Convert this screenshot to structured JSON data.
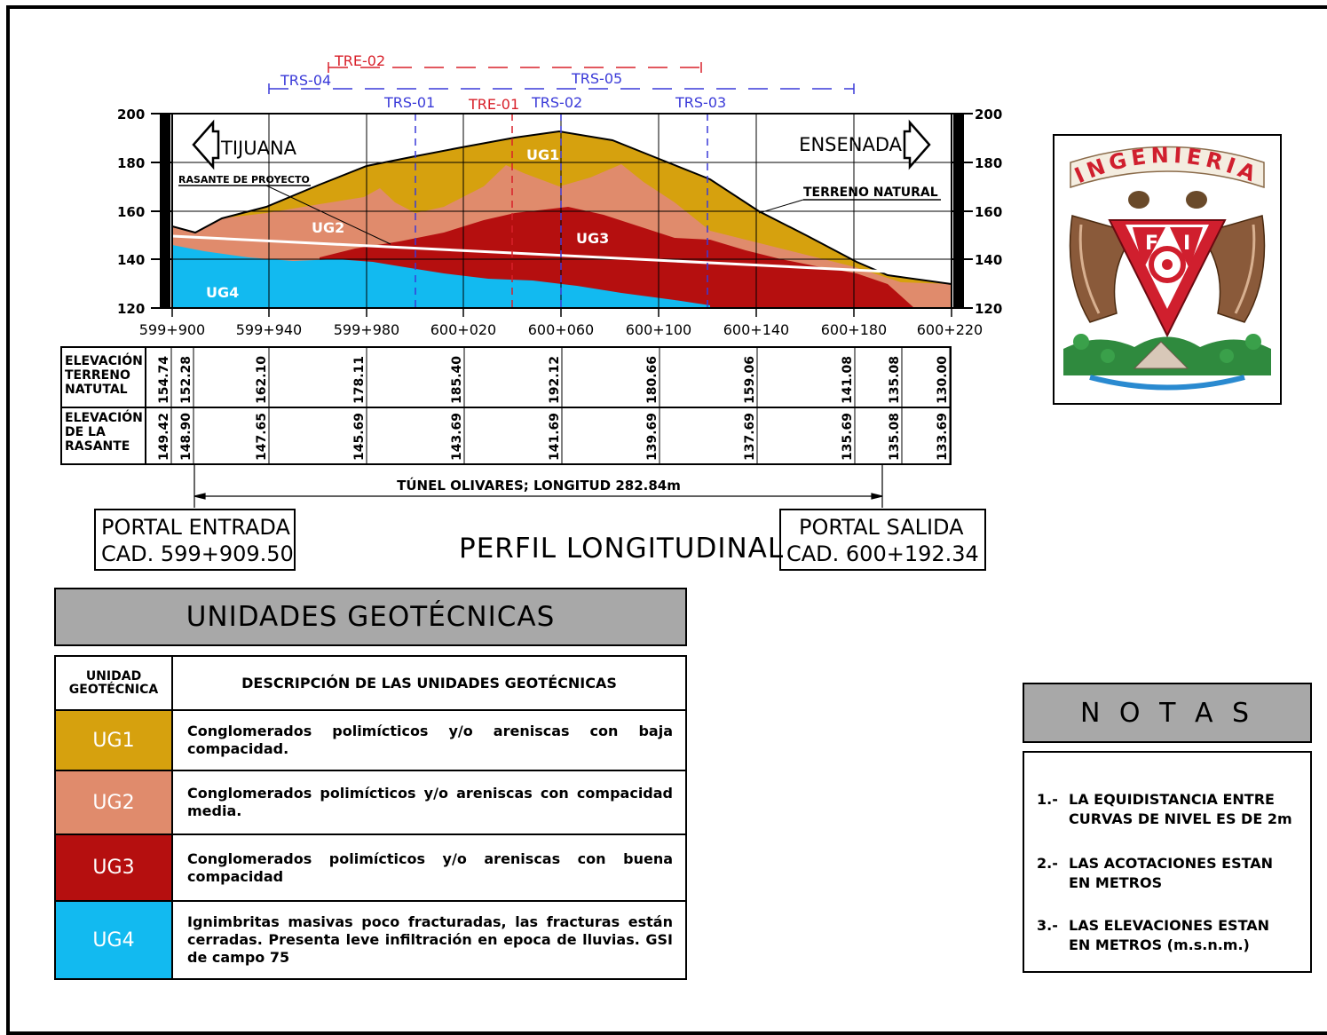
{
  "profile": {
    "left_axis_ticks": [
      "200",
      "180",
      "160",
      "140",
      "120"
    ],
    "right_axis_ticks": [
      "200",
      "180",
      "160",
      "140",
      "120"
    ],
    "stations": [
      "599+900",
      "599+940",
      "599+980",
      "600+020",
      "600+060",
      "600+100",
      "600+140",
      "600+180",
      "600+220"
    ],
    "direction_left": "TIJUANA",
    "direction_right": "ENSENADA",
    "label_rasante": "RASANTE DE PROYECTO",
    "label_terreno": "TERRENO NATURAL",
    "units": [
      "UG1",
      "UG2",
      "UG3",
      "UG4"
    ],
    "trs_labels": [
      "TRE-02",
      "TRS-04",
      "TRS-05",
      "TRS-01",
      "TRE-01",
      "TRS-02",
      "TRS-03"
    ]
  },
  "table": {
    "row1_label": [
      "ELEVACIÓN",
      "TERRENO",
      "NATUTAL"
    ],
    "row2_label": [
      "ELEVACIÓN",
      "DE LA",
      "RASANTE"
    ],
    "terrain_values": [
      "154.74",
      "152.28",
      "162.10",
      "178.11",
      "185.40",
      "192.12",
      "180.66",
      "159.06",
      "141.08",
      "135.08",
      "130.00"
    ],
    "grade_values": [
      "149.42",
      "148.90",
      "147.65",
      "145.69",
      "143.69",
      "141.69",
      "139.69",
      "137.69",
      "135.69",
      "135.08",
      "133.69"
    ]
  },
  "tunnel_label": "TÚNEL OLIVARES; LONGITUD 282.84m",
  "portal_entrada": {
    "line1": "PORTAL ENTRADA",
    "line2": "CAD. 599+909.50"
  },
  "portal_salida": {
    "line1": "PORTAL SALIDA",
    "line2": "CAD. 600+192.34"
  },
  "main_title": "PERFIL LONGITUDINAL",
  "logo_text": "INGENIERIA",
  "logo_letters": [
    "F",
    "I"
  ],
  "geo": {
    "heading": "UNIDADES GEOTÉCNICAS",
    "col1_header": [
      "UNIDAD",
      "GEOTÉCNICA"
    ],
    "col2_header": "DESCRIPCIÓN DE LAS UNIDADES GEOTÉCNICAS",
    "rows": [
      {
        "unit": "UG1",
        "color": "#d6a10e",
        "desc": "Conglomerados polimícticos y/o areniscas con baja compacidad."
      },
      {
        "unit": "UG2",
        "color": "#e08b6c",
        "desc": "Conglomerados polimícticos y/o areniscas con compacidad media."
      },
      {
        "unit": "UG3",
        "color": "#b50f0f",
        "desc": "Conglomerados polimícticos y/o areniscas con buena compacidad"
      },
      {
        "unit": "UG4",
        "color": "#12baf0",
        "desc": "Ignimbritas masivas poco fracturadas, las fracturas están cerradas. Presenta leve infiltración en epoca de lluvias. GSI de campo 75"
      }
    ]
  },
  "notas": {
    "heading": "N O T A S",
    "items": [
      {
        "num": "1.-",
        "line1": "LA EQUIDISTANCIA ENTRE",
        "line2": "CURVAS DE NIVEL ES DE 2m"
      },
      {
        "num": "2.-",
        "line1": "LAS ACOTACIONES ESTAN",
        "line2": "EN METROS"
      },
      {
        "num": "3.-",
        "line1": "LAS ELEVACIONES ESTAN",
        "line2": "EN METROS (m.s.n.m.)"
      }
    ]
  }
}
